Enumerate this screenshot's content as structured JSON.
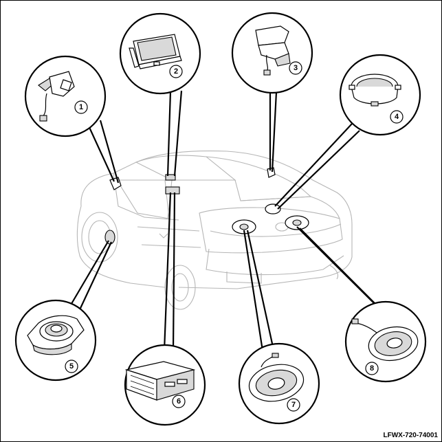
{
  "figure_code": "LFWX-720-74001",
  "callouts": [
    {
      "number": "1",
      "component": "front-door-tweeter"
    },
    {
      "number": "2",
      "component": "display-module"
    },
    {
      "number": "3",
      "component": "antenna-module"
    },
    {
      "number": "4",
      "component": "rear-shelf-speaker"
    },
    {
      "number": "5",
      "component": "front-door-speaker"
    },
    {
      "number": "6",
      "component": "radio-receiver"
    },
    {
      "number": "7",
      "component": "rear-speaker-left"
    },
    {
      "number": "8",
      "component": "rear-speaker-right"
    }
  ]
}
